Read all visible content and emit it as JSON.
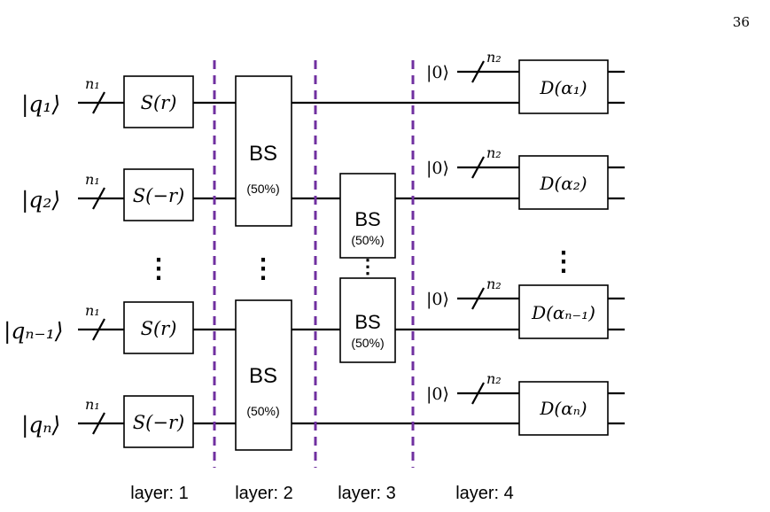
{
  "page_number": "36",
  "divider_color": "#7030a0",
  "qubits": [
    {
      "ket": "|q₁⟩",
      "squeeze": "S(r)"
    },
    {
      "ket": "|q₂⟩",
      "squeeze": "S(−r)"
    },
    {
      "ket": "|qₙ₋₁⟩",
      "squeeze": "S(r)"
    },
    {
      "ket": "|qₙ⟩",
      "squeeze": "S(−r)"
    }
  ],
  "bus_label_left": "n₁",
  "bus_label_right": "n₂",
  "beam_splitter": {
    "label": "BS",
    "ratio": "(50%)"
  },
  "ancilla_ket": "|0⟩",
  "displacements": [
    "D(α₁)",
    "D(α₂)",
    "D(αₙ₋₁)",
    "D(αₙ)"
  ],
  "ellipsis": "⋮",
  "layers": [
    "layer: 1",
    "layer: 2",
    "layer: 3",
    "layer: 4"
  ]
}
